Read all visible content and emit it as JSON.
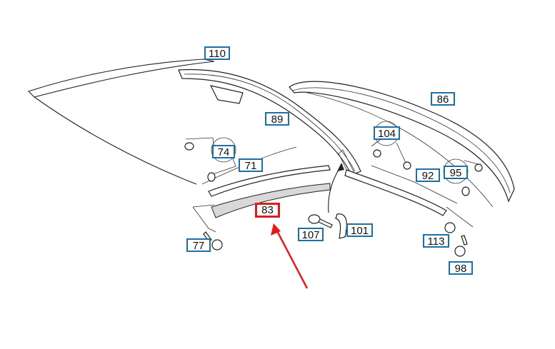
{
  "diagram": {
    "highlight_color": "#e01b1b",
    "callout_border_color": "#1d6fa8",
    "callouts": [
      {
        "id": "110",
        "label": "110",
        "highlight": false
      },
      {
        "id": "89",
        "label": "89",
        "highlight": false
      },
      {
        "id": "86",
        "label": "86",
        "highlight": false
      },
      {
        "id": "104",
        "label": "104",
        "highlight": false
      },
      {
        "id": "74",
        "label": "74",
        "highlight": false
      },
      {
        "id": "71",
        "label": "71",
        "highlight": false
      },
      {
        "id": "92",
        "label": "92",
        "highlight": false
      },
      {
        "id": "95",
        "label": "95",
        "highlight": false
      },
      {
        "id": "83",
        "label": "83",
        "highlight": true
      },
      {
        "id": "107",
        "label": "107",
        "highlight": false
      },
      {
        "id": "101",
        "label": "101",
        "highlight": false
      },
      {
        "id": "113",
        "label": "113",
        "highlight": false
      },
      {
        "id": "77",
        "label": "77",
        "highlight": false
      },
      {
        "id": "98",
        "label": "98",
        "highlight": false
      }
    ]
  }
}
